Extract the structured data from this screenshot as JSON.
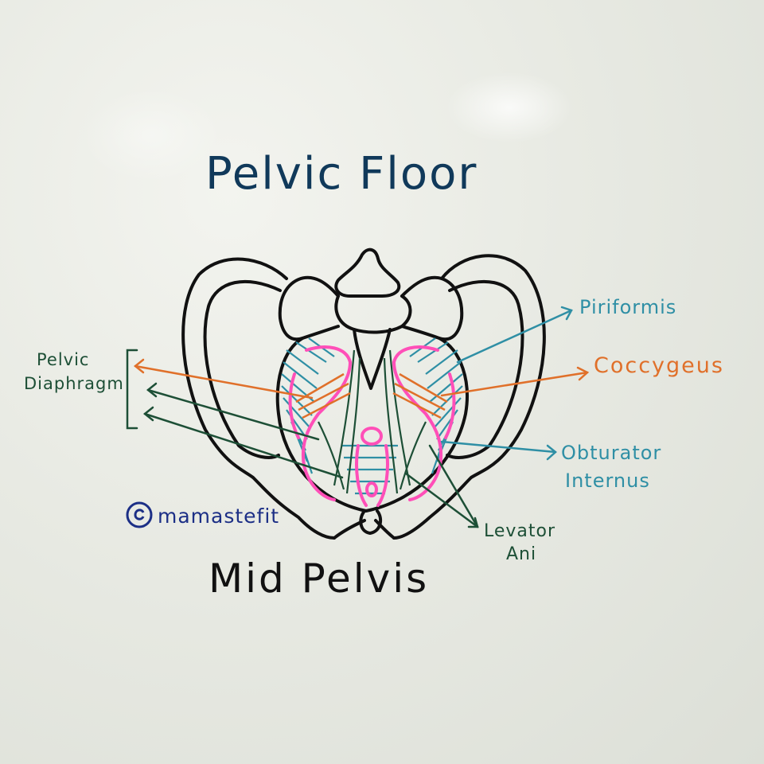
{
  "title": "Pelvic Floor",
  "subtitle": "Mid Pelvis",
  "labels": {
    "pelvic_diaphragm_line1": "Pelvic",
    "pelvic_diaphragm_line2": "Diaphragm",
    "piriformis": "Piriformis",
    "coccygeus": "Coccygeus",
    "obturator_internus_line1": "Obturator",
    "obturator_internus_line2": "Internus",
    "levator_ani_line1": "Levator",
    "levator_ani_line2": "Ani"
  },
  "handle": "mamastefit",
  "colors": {
    "title": "#10395a",
    "outline": "#111111",
    "piriformis": "#2f8fa5",
    "coccygeus": "#e0702a",
    "levator_ani": "#1d4f36",
    "muscle_pink": "#ff4fb8",
    "handle": "#1c2f86"
  }
}
